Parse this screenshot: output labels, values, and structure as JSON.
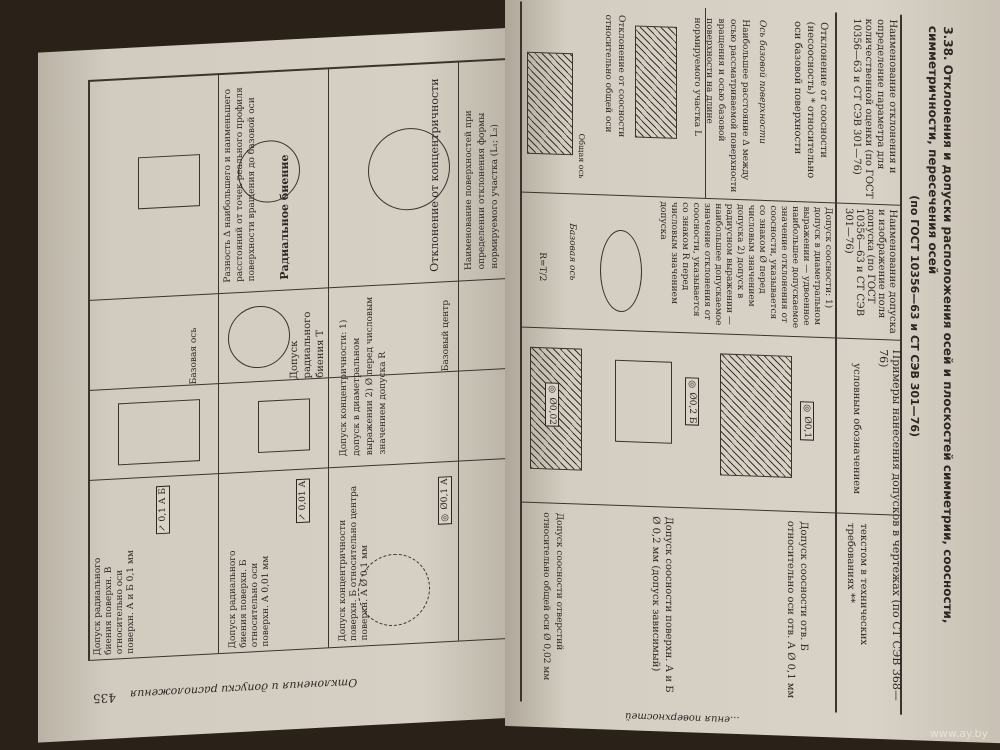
{
  "right_page": {
    "table_title": "3.38. Отклонения и допуски расположения осей и плоскостей симметрии, соосности, симметричности, пересечения осей",
    "table_subtitle": "(по ГОСТ 10356—63 и СТ СЭВ 301—76)",
    "headers": {
      "deviation": "Наименование отклонения и определение параметра для количественной оценки (по ГОСТ 10356—63 и СТ СЭВ 301—76)",
      "tolerance": "Наименование допуска и изображение поля допуска (по ГОСТ 10356—63 и СТ СЭВ 301—76)",
      "examples": "Примеры нанесения допусков в чертежах (по СТ СЭВ 368—76)",
      "symbol": "условным обозначением",
      "text": "текстом в технических требованиях **"
    },
    "row1": {
      "deviation": "Отклонение от соосности (несоосность) * относительно оси базовой поверхности",
      "base_axis": "Ось базовой поверхности",
      "definition": "Наибольшее расстояние Δ между осью рассматриваемой поверхности вращения и осью базовой поверхности на длине нормируемого участка L",
      "common_axis": "Отклонение от соосности относительно общей оси",
      "common_axis_label": "Общая ось",
      "tolerance": "Допуск соосности: 1) допуск в диаметральном выражении — удвоенное наибольшее допускаемое значение отклонения от соосности, указывается со знаком Ø перед числовым значением допуска 2) допуск в радиусном выражении — наибольшее допускаемое значение отклонения от соосности, указывается со знаком R перед числовым значением допуска",
      "base_axis_2": "Базовая ось",
      "radius_label": "R=T/2",
      "frame1": "◎ Ø0,1",
      "frame2": "◎ Ø0,2 Б",
      "frame3": "◎ Ø0,02",
      "text_req1": "Допуск соосности отв. Б относительно оси отв. А Ø 0,1 мм",
      "text_req2": "Допуск соосности поверхн. А и Б Ø 0,2 мм (допуск зависимый)",
      "text_req3": "Допуск соосности отверстий относительно общей оси Ø 0,02 мм"
    },
    "footer": "...ения поверхностей"
  },
  "left_page": {
    "header": "Наименование поверхностей при определении отклонения формы нормируемого участка (L₁; L₂)",
    "row_concentric": {
      "deviation": "Отклонение от концентричности",
      "tolerance": "Допуск концентричности: 1) допуск в диаметральном выражении 2) Ø перед числовым значением допуска R",
      "center": "Базовый центр",
      "frame": "◎ Ø0,1 А",
      "text_req": "Допуск концентричности поверхн. Б относительно центра поверхн. А Ø 0,1 мм"
    },
    "row_radial": {
      "deviation": "Радиальное биение",
      "definition": "Разность Δ наибольшего и наименьшего расстояний от точек реального профиля поверхности вращения до базовой оси",
      "base_axis": "Базовая ось",
      "tolerance": "Допуск радиального биения T",
      "frame1": "↗ 0,01 А",
      "frame2": "↗ 0,1 А Б",
      "text_req1": "Допуск радиального биения поверхн. Б относительно оси поверхн. А 0,01 мм",
      "text_req2": "Допуск радиального биения поверхн. В относительно оси поверхн. А и Б 0,1 мм"
    },
    "running_head": "Отклонения и допуски расположения",
    "page_number": "435"
  },
  "watermark": "www.ay.by"
}
